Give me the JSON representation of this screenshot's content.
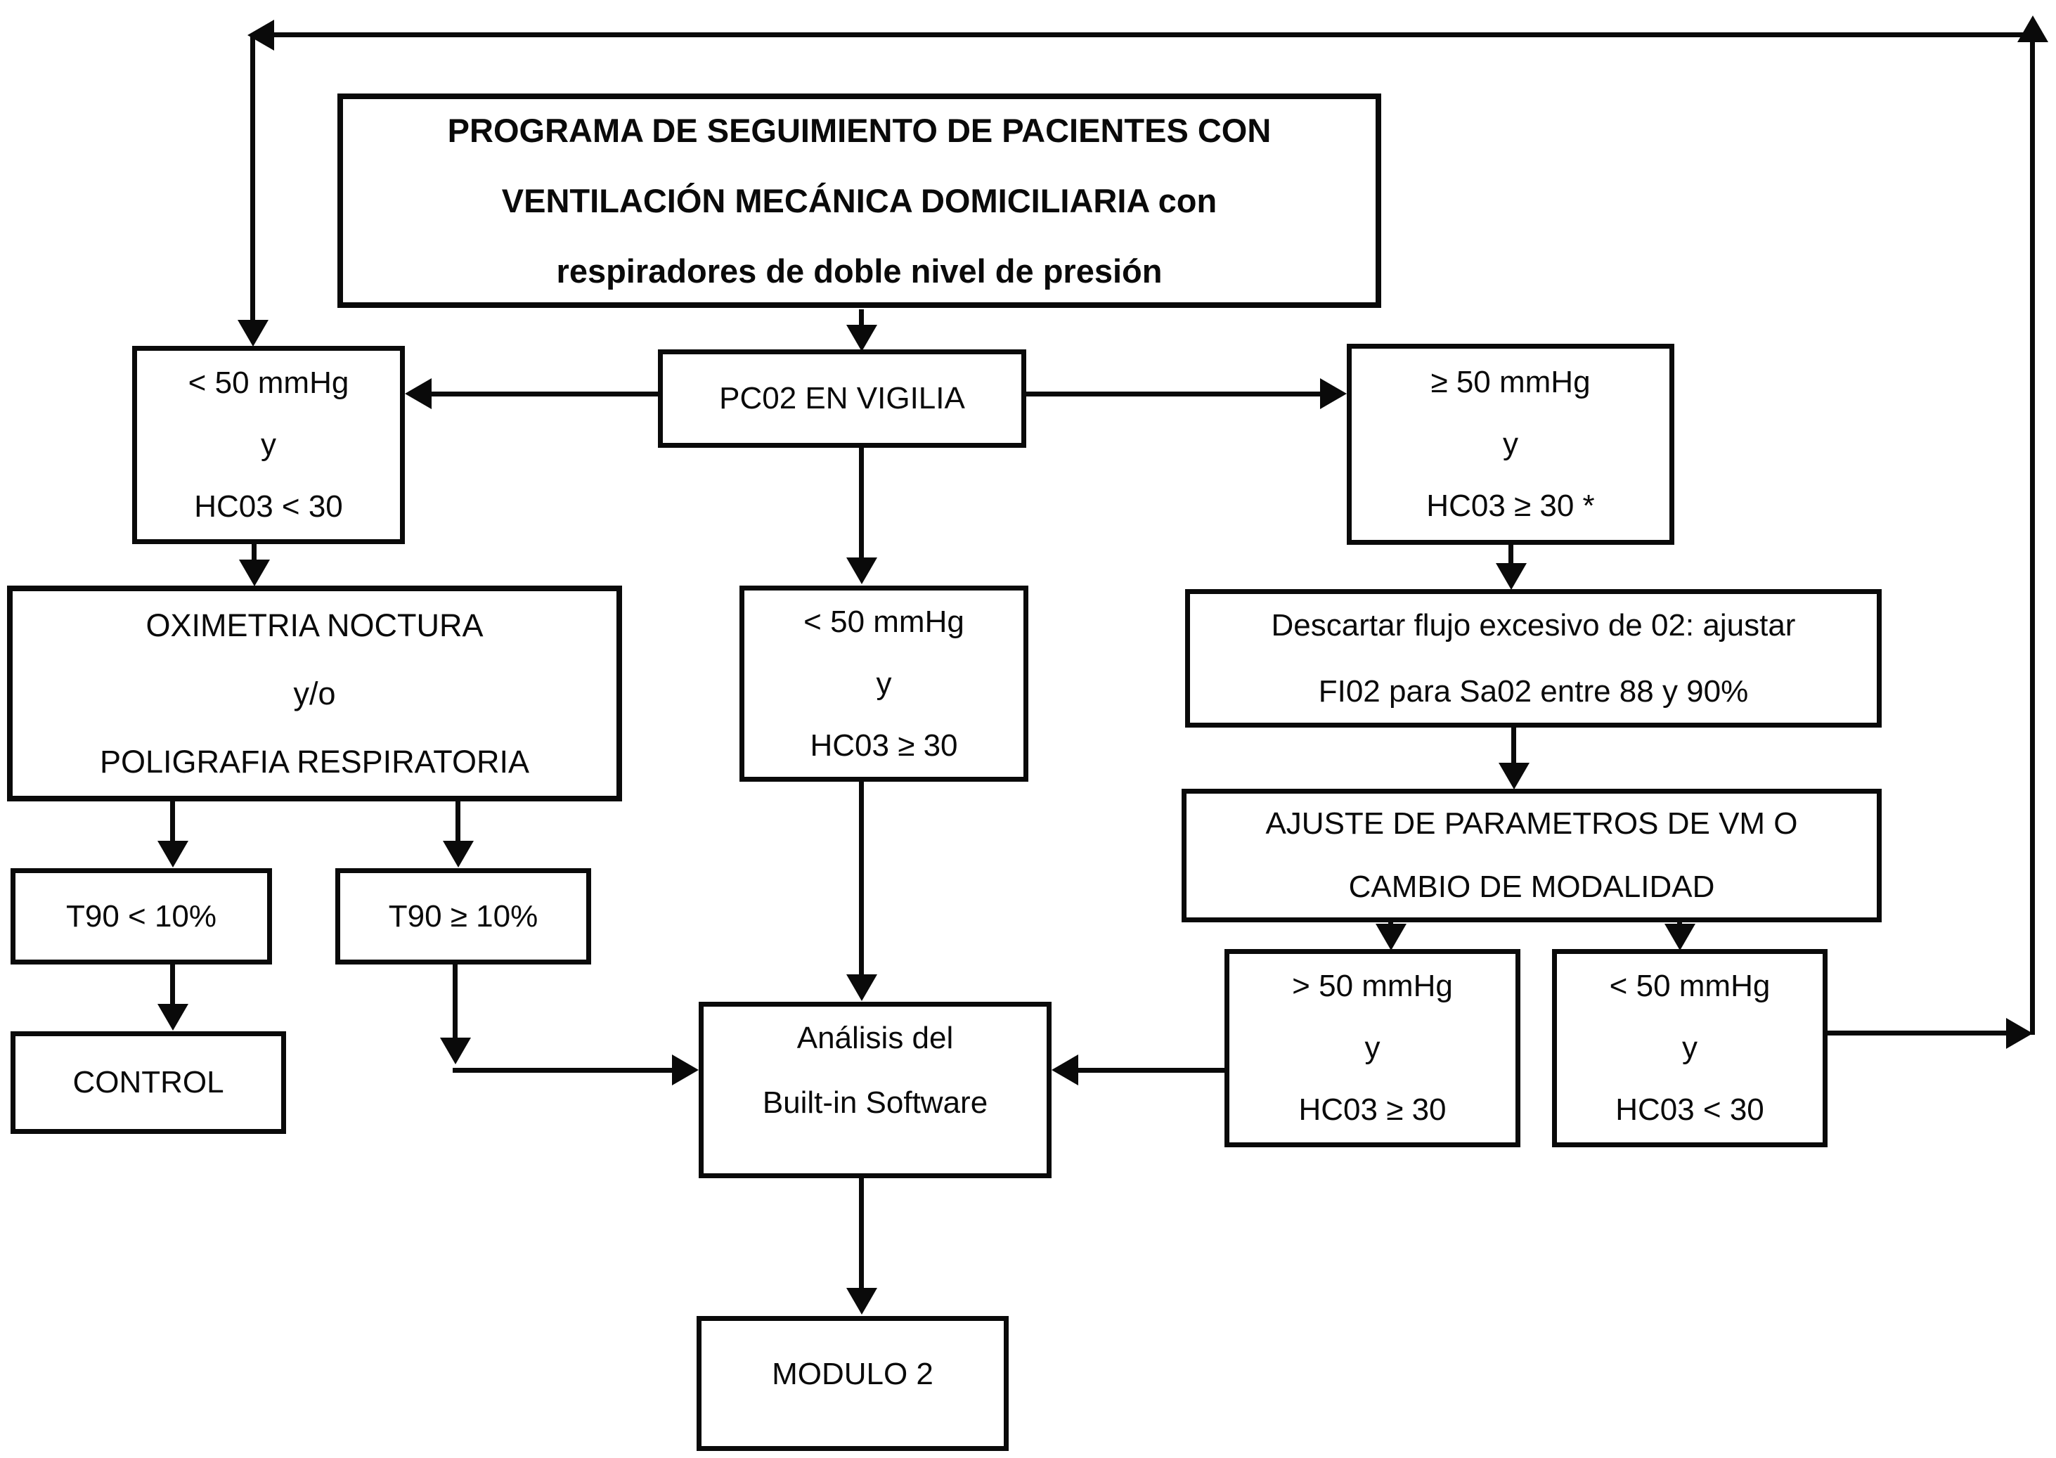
{
  "colors": {
    "ink": "#0a0a0a",
    "background": "#ffffff"
  },
  "diagram": {
    "type": "flowchart",
    "title": {
      "lines": [
        "PROGRAMA DE SEGUIMIENTO DE PACIENTES CON",
        "VENTILACIÓN MECÁNICA DOMICILIARIA con",
        "respiradores de doble nivel de presión"
      ]
    },
    "pco2": {
      "lines": [
        "PC02 EN VIGILIA"
      ]
    },
    "left_criteria": {
      "lines": [
        "< 50 mmHg",
        "y",
        "HC03 < 30"
      ]
    },
    "right_criteria": {
      "lines": [
        "≥ 50 mmHg",
        "y",
        "HC03 ≥ 30 *"
      ]
    },
    "oximetria": {
      "lines": [
        "OXIMETRIA NOCTURA",
        "y/o",
        "POLIGRAFIA RESPIRATORIA"
      ]
    },
    "center_criteria": {
      "lines": [
        "< 50 mmHg",
        "y",
        "HC03 ≥ 30"
      ]
    },
    "descartar": {
      "lines": [
        "Descartar flujo excesivo de 02: ajustar",
        "FI02 para Sa02 entre 88 y 90%"
      ]
    },
    "ajuste": {
      "lines": [
        "AJUSTE DE PARAMETROS DE VM O",
        "CAMBIO DE MODALIDAD"
      ]
    },
    "t90_lt": {
      "lines": [
        "T90 < 10%"
      ]
    },
    "t90_ge": {
      "lines": [
        "T90 ≥ 10%"
      ]
    },
    "control": {
      "lines": [
        "CONTROL"
      ]
    },
    "analisis": {
      "lines": [
        "Análisis del",
        "Built-in Software"
      ]
    },
    "gt50": {
      "lines": [
        "> 50 mmHg",
        "y",
        "HC03 ≥ 30"
      ]
    },
    "lt50": {
      "lines": [
        "< 50 mmHg",
        "y",
        "HC03 < 30"
      ]
    },
    "modulo2": {
      "lines": [
        "MODULO 2"
      ]
    },
    "edges": [
      {
        "from": "title",
        "to": "pco2",
        "direction": "down"
      },
      {
        "from": "pco2",
        "to": "left_criteria",
        "direction": "left"
      },
      {
        "from": "pco2",
        "to": "right_criteria",
        "direction": "right"
      },
      {
        "from": "pco2",
        "to": "center_criteria",
        "direction": "down"
      },
      {
        "from": "left_criteria",
        "to": "oximetria",
        "direction": "down"
      },
      {
        "from": "oximetria",
        "to": "t90_lt",
        "direction": "down"
      },
      {
        "from": "oximetria",
        "to": "t90_ge",
        "direction": "down"
      },
      {
        "from": "t90_lt",
        "to": "control",
        "direction": "down"
      },
      {
        "from": "t90_ge",
        "to": "analisis",
        "direction": "down-right"
      },
      {
        "from": "center_criteria",
        "to": "analisis",
        "direction": "down"
      },
      {
        "from": "right_criteria",
        "to": "descartar",
        "direction": "down"
      },
      {
        "from": "descartar",
        "to": "ajuste",
        "direction": "down"
      },
      {
        "from": "ajuste",
        "to": "gt50",
        "direction": "down"
      },
      {
        "from": "ajuste",
        "to": "lt50",
        "direction": "down"
      },
      {
        "from": "gt50",
        "to": "analisis",
        "direction": "left"
      },
      {
        "from": "lt50",
        "to": "left_criteria",
        "direction": "right-up-left feedback loop"
      },
      {
        "from": "analisis",
        "to": "modulo2",
        "direction": "down"
      }
    ]
  }
}
